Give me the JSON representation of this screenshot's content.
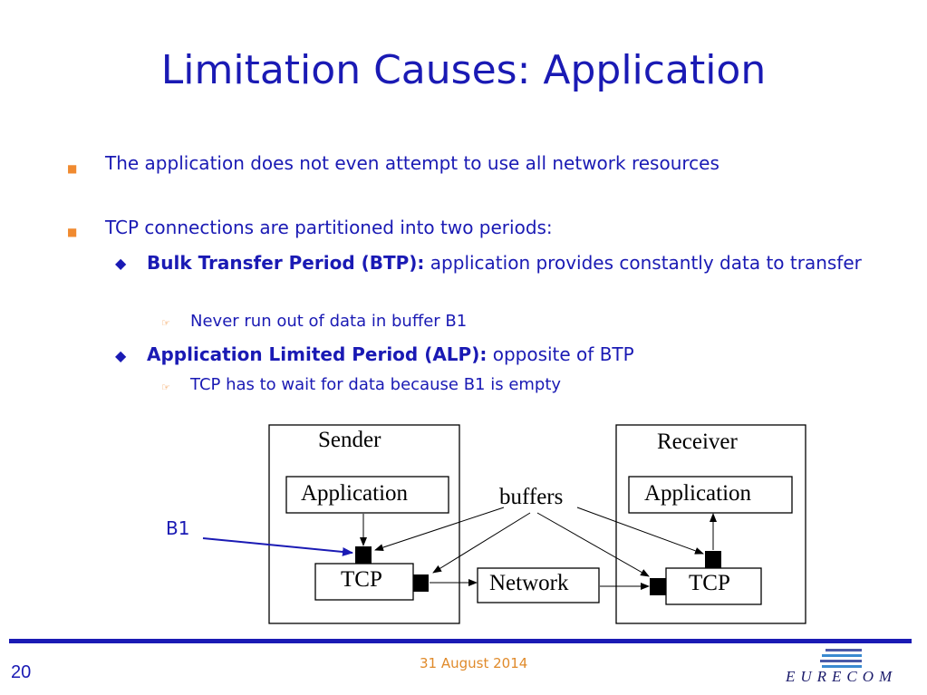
{
  "slide": {
    "title": "Limitation Causes: Application",
    "bullets": {
      "b1": "The application does not even attempt to use all network resources",
      "b2": "TCP connections are partitioned into two periods:",
      "btp_bold": "Bulk Transfer Period (BTP):",
      "btp_text": " application provides constantly data to transfer",
      "btp_sub": "Never run out of data in buffer B1",
      "alp_bold": "Application Limited Period (ALP):",
      "alp_text": " opposite of BTP",
      "alp_sub": "TCP has to wait for data because B1 is empty"
    },
    "bullet_glyphs": {
      "l1": "■",
      "l2": "◆",
      "l3": "☞"
    }
  },
  "diagram": {
    "sender_label": "Sender",
    "receiver_label": "Receiver",
    "sender_app": "Application",
    "receiver_app": "Application",
    "sender_tcp": "TCP",
    "receiver_tcp": "TCP",
    "network": "Network",
    "buffers": "buffers",
    "b1": "B1"
  },
  "footer": {
    "page_number": "20",
    "date": "31 August 2014",
    "logo": "EURECOM"
  },
  "colors": {
    "title": "#1a1ab4",
    "accent": "#f08a30",
    "footer_line": "#1a1ab4"
  }
}
